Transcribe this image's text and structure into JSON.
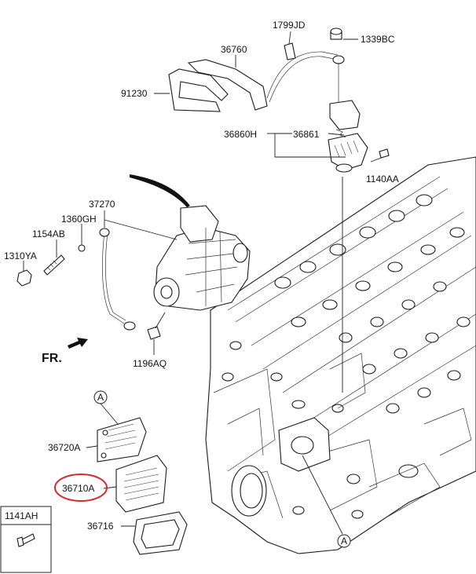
{
  "labels": {
    "p1799JD": "1799JD",
    "p1339BC": "1339BC",
    "p36760": "36760",
    "p91230": "91230",
    "p36860H": "36860H",
    "p36861": "36861",
    "p1140AA": "1140AA",
    "p37270": "37270",
    "p1360GH": "1360GH",
    "p1154AB": "1154AB",
    "p1310YA": "1310YA",
    "p1196AQ": "1196AQ",
    "fr": "FR.",
    "p36720A": "36720A",
    "p36710A": "36710A",
    "p36716": "36716",
    "p1141AH": "1141AH",
    "callout_a_top": "A",
    "callout_a_bottom": "A"
  },
  "colors": {
    "highlight_circle": "#d42a2a",
    "line": "#222222"
  }
}
